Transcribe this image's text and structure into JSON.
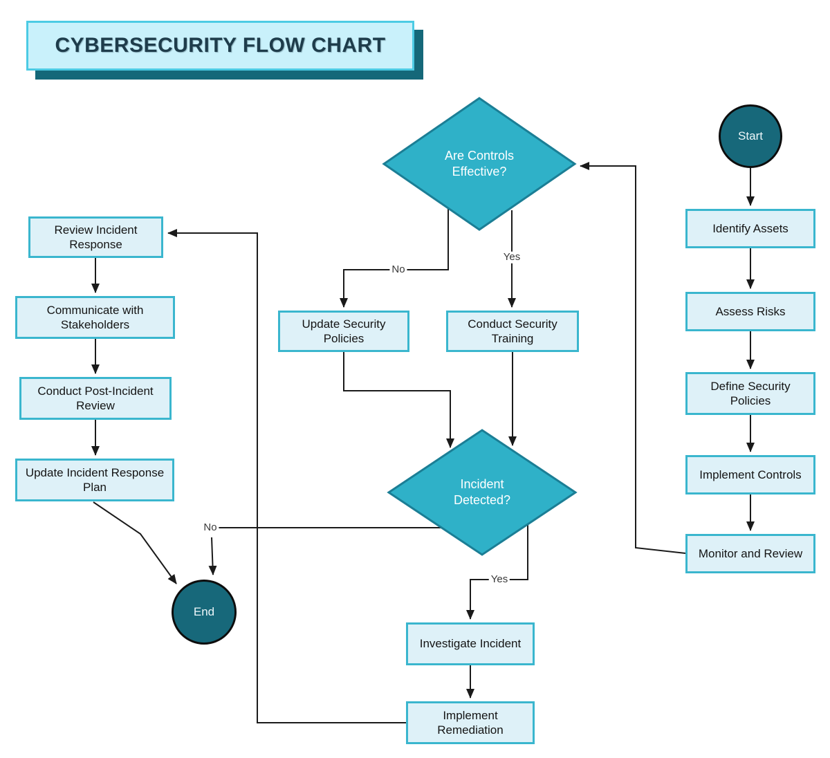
{
  "title": "CYBERSECURITY FLOW CHART",
  "flowchart": {
    "nodes": {
      "start": {
        "label": "Start",
        "type": "terminator"
      },
      "identify_assets": {
        "label": "Identify Assets",
        "type": "process"
      },
      "assess_risks": {
        "label": "Assess Risks",
        "type": "process"
      },
      "define_security_policies": {
        "label": "Define Security Policies",
        "type": "process"
      },
      "implement_controls": {
        "label": "Implement Controls",
        "type": "process"
      },
      "monitor_and_review": {
        "label": "Monitor and Review",
        "type": "process"
      },
      "are_controls_effective": {
        "label": "Are Controls Effective?",
        "type": "decision"
      },
      "update_security_policies": {
        "label": "Update Security Policies",
        "type": "process"
      },
      "conduct_security_training": {
        "label": "Conduct Security Training",
        "type": "process"
      },
      "incident_detected": {
        "label": "Incident Detected?",
        "type": "decision"
      },
      "investigate_incident": {
        "label": "Investigate Incident",
        "type": "process"
      },
      "implement_remediation": {
        "label": "Implement Remediation",
        "type": "process"
      },
      "review_incident_response": {
        "label": "Review Incident Response",
        "type": "process"
      },
      "communicate_with_stakeholders": {
        "label": "Communicate with Stakeholders",
        "type": "process"
      },
      "conduct_post_incident_review": {
        "label": "Conduct Post-Incident Review",
        "type": "process"
      },
      "update_incident_response_plan": {
        "label": "Update Incident Response Plan",
        "type": "process"
      },
      "end": {
        "label": "End",
        "type": "terminator"
      }
    },
    "edge_labels": {
      "controls_no": "No",
      "controls_yes": "Yes",
      "incident_no": "No",
      "incident_yes": "Yes"
    },
    "edges": [
      {
        "from": "start",
        "to": "identify_assets"
      },
      {
        "from": "identify_assets",
        "to": "assess_risks"
      },
      {
        "from": "assess_risks",
        "to": "define_security_policies"
      },
      {
        "from": "define_security_policies",
        "to": "implement_controls"
      },
      {
        "from": "implement_controls",
        "to": "monitor_and_review"
      },
      {
        "from": "monitor_and_review",
        "to": "are_controls_effective"
      },
      {
        "from": "are_controls_effective",
        "to": "update_security_policies",
        "label": "No"
      },
      {
        "from": "are_controls_effective",
        "to": "conduct_security_training",
        "label": "Yes"
      },
      {
        "from": "update_security_policies",
        "to": "incident_detected"
      },
      {
        "from": "conduct_security_training",
        "to": "incident_detected"
      },
      {
        "from": "incident_detected",
        "to": "investigate_incident",
        "label": "Yes"
      },
      {
        "from": "incident_detected",
        "to": "end",
        "label": "No"
      },
      {
        "from": "investigate_incident",
        "to": "implement_remediation"
      },
      {
        "from": "implement_remediation",
        "to": "review_incident_response"
      },
      {
        "from": "review_incident_response",
        "to": "communicate_with_stakeholders"
      },
      {
        "from": "communicate_with_stakeholders",
        "to": "conduct_post_incident_review"
      },
      {
        "from": "conduct_post_incident_review",
        "to": "update_incident_response_plan"
      },
      {
        "from": "update_incident_response_plan",
        "to": "end"
      }
    ],
    "colors": {
      "process_fill": "#def1f8",
      "process_border": "#3ab6ce",
      "decision_fill": "#2fb1c8",
      "decision_border": "#1b7e95",
      "terminator_fill": "#17687a",
      "terminator_border": "#0d0d0d",
      "connector": "#1a1a1a",
      "title_fill": "#c9f1fb",
      "title_border": "#4ccbe4",
      "title_shadow": "#156879",
      "title_text": "#1e3c4b"
    }
  }
}
